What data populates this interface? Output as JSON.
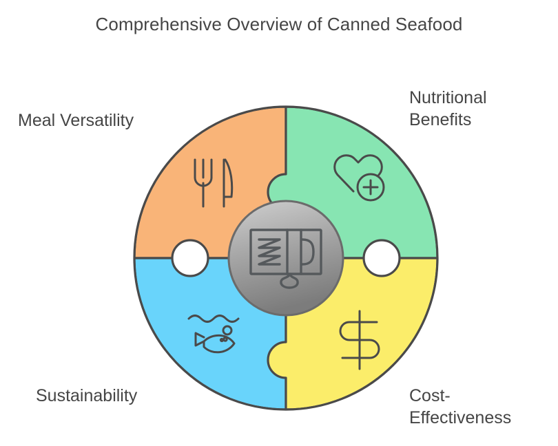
{
  "page": {
    "title": "Comprehensive Overview of Canned Seafood",
    "background_color": "#ffffff",
    "text_color": "#454545"
  },
  "diagram": {
    "type": "puzzle-circle",
    "name": "canned-seafood-overview-wheel",
    "stroke_color": "#4a4a4a",
    "center": {
      "label": "",
      "icon": "canned-sardines-icon",
      "fill_top": "#c9c9c9",
      "fill_bottom": "#7d7d7d"
    },
    "segments": [
      {
        "id": "meal-versatility",
        "label": "Meal Versatility",
        "label_lines": [
          "Meal Versatility"
        ],
        "color": "#f9b478",
        "icon": "fork-and-knife-icon",
        "position": "top-left"
      },
      {
        "id": "nutritional-benefits",
        "label": "Nutritional Benefits",
        "label_lines": [
          "Nutritional",
          "Benefits"
        ],
        "color": "#87e5b2",
        "icon": "heart-plus-icon",
        "position": "top-right"
      },
      {
        "id": "sustainability",
        "label": "Sustainability",
        "label_lines": [
          "Sustainability"
        ],
        "color": "#69d4fb",
        "icon": "fish-waves-icon",
        "position": "bottom-left"
      },
      {
        "id": "cost-effectiveness",
        "label": "Cost-Effectiveness",
        "label_lines": [
          "Cost-",
          "Effectiveness"
        ],
        "color": "#fbed6a",
        "icon": "dollar-sign-icon",
        "position": "bottom-right"
      }
    ]
  }
}
